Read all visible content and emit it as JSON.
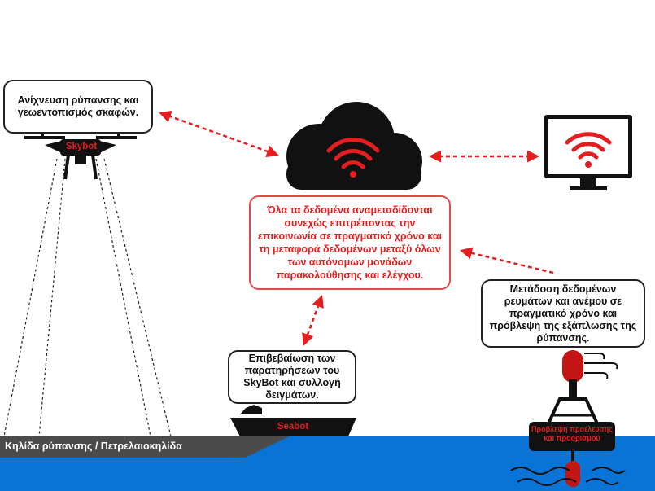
{
  "drone": {
    "text": "Ανίχνευση ρύπανσης και\nγεωεντοπισμός σκαφών.",
    "label": "Skybot"
  },
  "center": {
    "text": "Όλα τα δεδομένα αναμεταδίδονται\nσυνεχώς επιτρέποντας την\nεπικοινωνία σε πραγματικό χρόνο και\nτη μεταφορά δεδομένων μεταξύ όλων\nτων αυτόνομων μονάδων\nπαρακολούθησης και ελέγχου."
  },
  "boat": {
    "text": "Επιβεβαίωση των\nπαρατηρήσεων του\nSkyBot και συλλογή\nδειγμάτων.",
    "label": "Seabot"
  },
  "buoy": {
    "text": "Μετάδοση δεδομένων\nρευμάτων και ανέμου σε\nπραγματικό χρόνο και\nπρόβλεψη της εξάπλωσης της\nρύπανσης.",
    "label": "Πρόβλεψη προέλευσης\nκαι προορισμού"
  },
  "shore": {
    "label": "Κηλίδα ρύπανσης / Πετρελαιοκηλίδα"
  },
  "colors": {
    "accent": "#e41e1e",
    "sea": "#0a73d6",
    "shore": "#4b4b4b",
    "ink": "#111111"
  }
}
